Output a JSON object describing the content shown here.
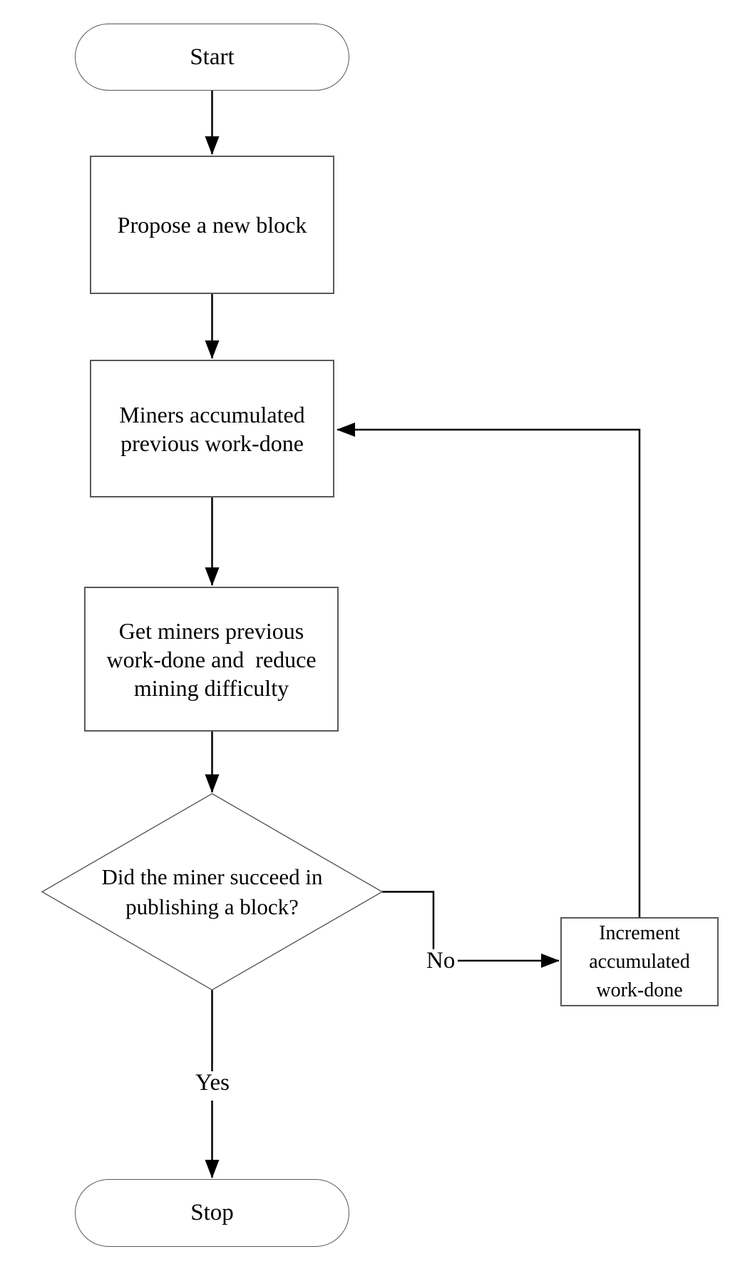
{
  "diagram": {
    "nodes": {
      "start": {
        "type": "terminator",
        "label": "Start"
      },
      "propose": {
        "type": "process",
        "lines": [
          "Propose a new block"
        ]
      },
      "miners": {
        "type": "process",
        "lines": [
          "Miners accumulated",
          "previous work-done"
        ]
      },
      "reduce": {
        "type": "process",
        "lines": [
          "Get miners previous",
          "work-done and  reduce",
          "mining difficulty"
        ]
      },
      "decision": {
        "type": "decision",
        "lines": [
          "Did the miner succeed in",
          "publishing a block?"
        ]
      },
      "increment": {
        "type": "process",
        "lines": [
          "Increment",
          "accumulated",
          "work-done"
        ]
      },
      "stop": {
        "type": "terminator",
        "label": "Stop"
      }
    },
    "edges": {
      "yes_label": "Yes",
      "no_label": "No"
    },
    "colors": {
      "background": "#ffffff",
      "shape_border": "#595959",
      "arrow": "#000000",
      "text": "#000000"
    }
  }
}
